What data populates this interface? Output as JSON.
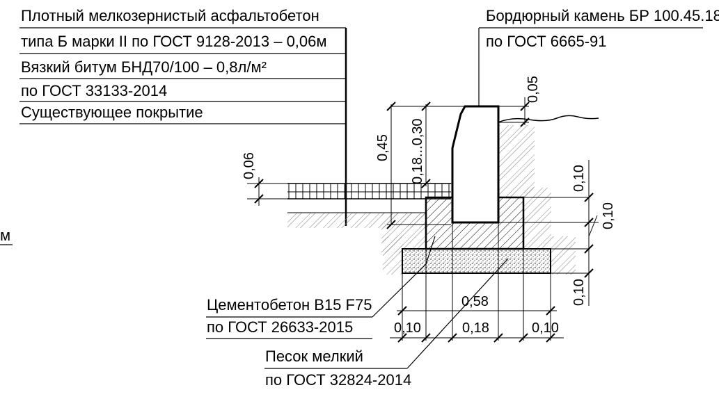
{
  "labels": {
    "asphalt_line1": "Плотный мелкозернистый асфальтобетон",
    "asphalt_line2": "типа Б марки II по ГОСТ 9128-2013 – 0,06м",
    "bitumen_line1": "Вязкий битум БНД70/100 – 0,8л/м²",
    "bitumen_line2": "по ГОСТ 33133-2014",
    "existing": "Существующее покрытие",
    "curb_line1": "Бордюрный камень БР 100.45.18",
    "curb_line2": "по ГОСТ 6665-91",
    "concrete_line1": "Цементобетон B15 F75",
    "concrete_line2": "по ГОСТ 26633-2015",
    "sand_line1": "Песок мелкий",
    "sand_line2": "по ГОСТ 32824-2014",
    "left_edge": "м"
  },
  "dimensions": {
    "d_005": "0,05",
    "d_045": "0,45",
    "d_018_030": "0,18...0,30",
    "d_006": "0,06",
    "d_010_a": "0,10",
    "d_010_b": "0,10",
    "d_010_c": "0,10",
    "d_058": "0,58",
    "d_010_left": "0,10",
    "d_018": "0,18",
    "d_010_right": "0,10"
  },
  "colors": {
    "line": "#000000",
    "background": "#ffffff"
  }
}
